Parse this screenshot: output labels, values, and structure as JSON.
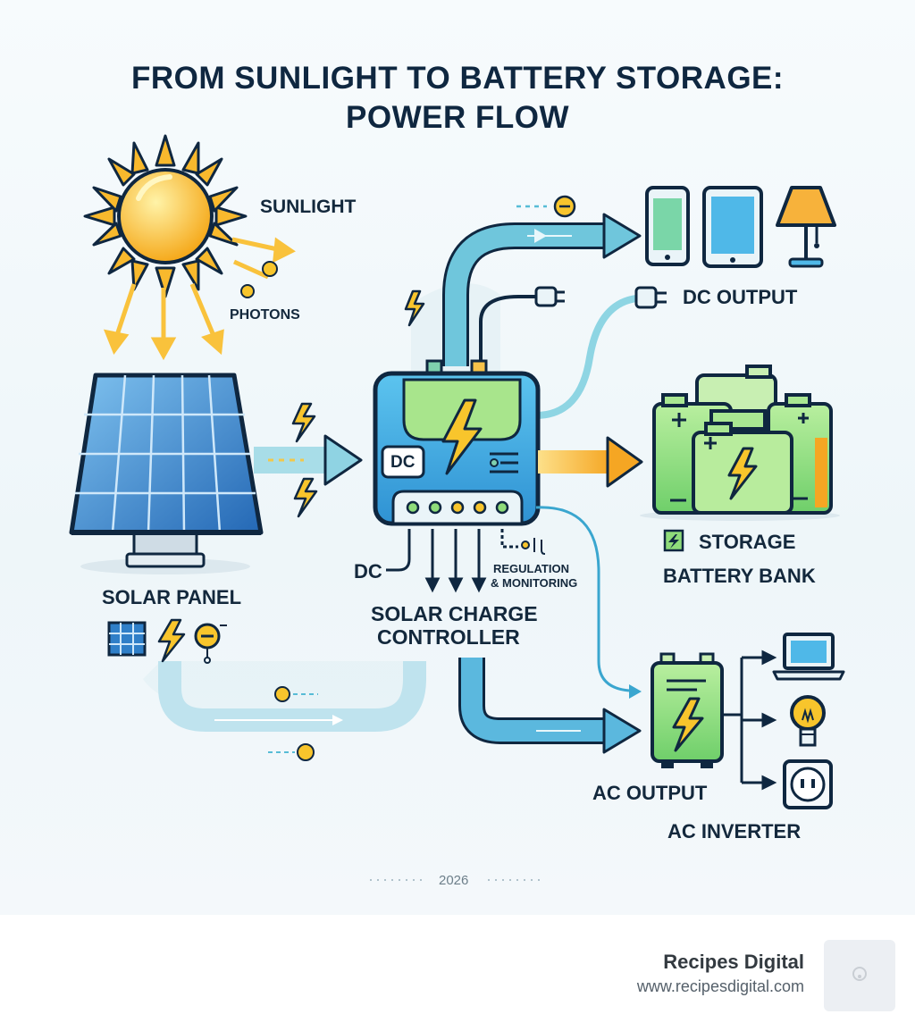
{
  "title": {
    "line1": "FROM SUNLIGHT TO BATTERY STORAGE:",
    "line2": "POWER FLOW"
  },
  "labels": {
    "sunlight": "SUNLIGHT",
    "photons": "PHOTONS",
    "solar_panel": "SOLAR PANEL",
    "dc_left": "DC",
    "dc_badge": "DC",
    "regulation": "REGULATION",
    "monitoring": "& MONITORING",
    "controller_line1": "SOLAR CHARGE",
    "controller_line2": "CONTROLLER",
    "dc_output": "DC OUTPUT",
    "storage": "STORAGE",
    "battery_bank": "BATTERY BANK",
    "ac_output": "AC OUTPUT",
    "ac_inverter": "AC INVERTER",
    "year": "2026"
  },
  "footer": {
    "brand": "Recipes Digital",
    "url": "www.recipesdigital.com"
  },
  "colors": {
    "title": "#0f2740",
    "flow_blue": "#5bbcd6",
    "flow_orange": "#f7b23b",
    "panel_blue": "#2f7fc8",
    "controller": "#4db3e6",
    "battery_green": "#8fdc7a",
    "sun": "#fbbf24"
  },
  "icons": [
    "sun-icon",
    "solar-panel-icon",
    "charge-controller-icon",
    "phone-icon",
    "tablet-icon",
    "lamp-icon",
    "plug-icon",
    "battery-icon",
    "inverter-icon",
    "laptop-icon",
    "lightbulb-icon",
    "outlet-icon",
    "bolt-icon",
    "electron-icon"
  ]
}
